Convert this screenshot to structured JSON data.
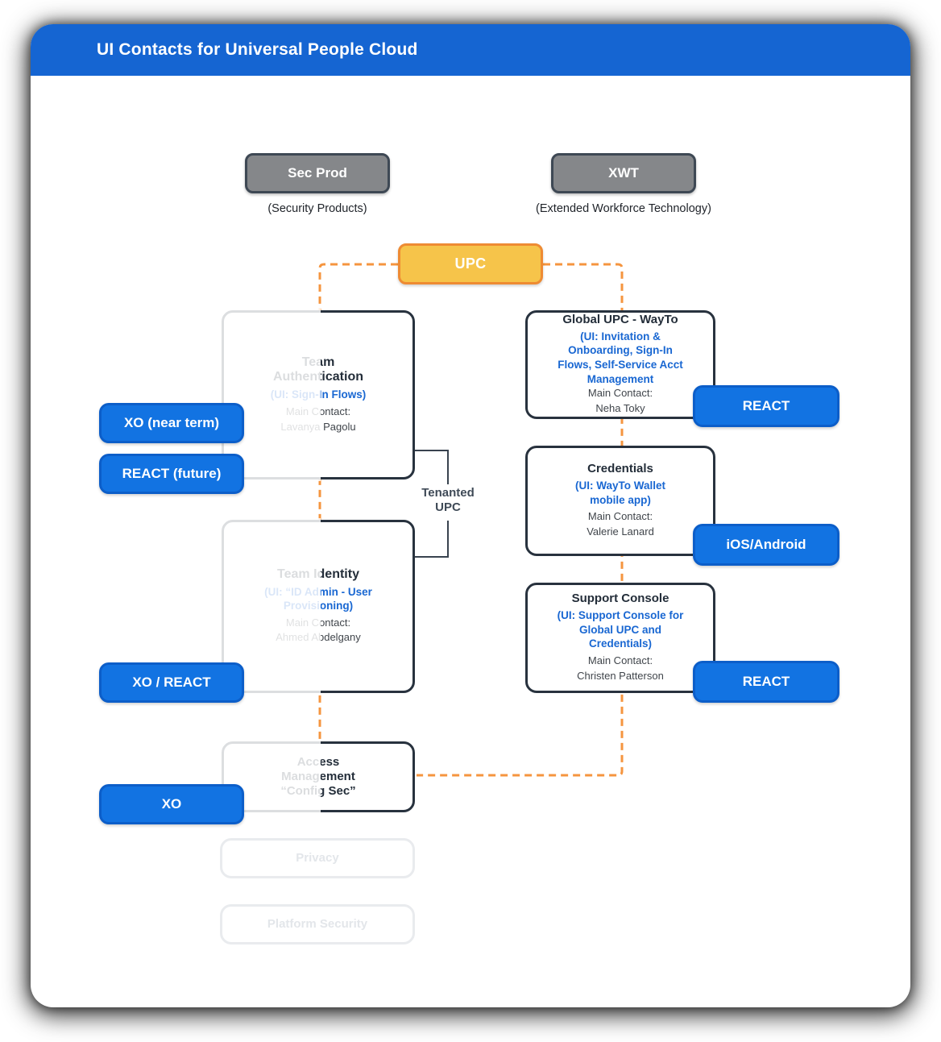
{
  "header": {
    "title": "UI Contacts for Universal People Cloud"
  },
  "legend": {
    "sec_prod": {
      "label": "Sec Prod",
      "caption": "(Security Products)"
    },
    "xwt": {
      "label": "XWT",
      "caption": "(Extended Workforce Technology)"
    }
  },
  "upc": {
    "label": "UPC"
  },
  "tenanted": {
    "line1": "Tenanted",
    "line2": "UPC"
  },
  "boxes": {
    "team_authentication": {
      "title1": "Team",
      "title2": "Authentication",
      "ui1": "(UI: Sign-In Flows)",
      "contact_label": "Main Contact:",
      "contact_name": "Lavanya Pagolu"
    },
    "team_identity": {
      "title1": "Team Identity",
      "ui1": "(UI: “ID Admin - User",
      "ui2": "Provisioning)",
      "contact_label": "Main Contact:",
      "contact_name": "Ahmed Abdelgany"
    },
    "access_management": {
      "title1": "Access",
      "title2": "Management",
      "title3": "“Config Sec”"
    },
    "privacy": {
      "title1": "Privacy"
    },
    "platform_security": {
      "title1": "Platform Security"
    },
    "global_upc_wayto": {
      "title1": "Global UPC - WayTo",
      "ui1": "(UI: Invitation &",
      "ui2": "Onboarding, Sign-In",
      "ui3": "Flows, Self-Service Acct",
      "ui4": "Management",
      "contact_label": "Main Contact:",
      "contact_name": "Neha Toky"
    },
    "credentials": {
      "title1": "Credentials",
      "ui1": "(UI: WayTo Wallet",
      "ui2": "mobile app)",
      "contact_label": "Main Contact:",
      "contact_name": "Valerie Lanard"
    },
    "support_console": {
      "title1": "Support Console",
      "ui1": "(UI: Support Console for",
      "ui2": "Global UPC and",
      "ui3": "Credentials)",
      "contact_label": "Main Contact:",
      "contact_name": "Christen Patterson"
    }
  },
  "pills": {
    "xo_near_term": "XO (near term)",
    "react_future": "REACT (future)",
    "xo_react": "XO / REACT",
    "xo": "XO",
    "react_global": "REACT",
    "ios_android": "iOS/Android",
    "react_support": "REACT"
  },
  "colors": {
    "header_blue": "#1565d2",
    "pill_blue": "#1273e2",
    "pill_border": "#0c5ec9",
    "upc_fill": "#f6c44a",
    "upc_border": "#ee8b33",
    "dash_orange": "#f5953f",
    "box_border_dark": "#28323e",
    "blue_text": "#1967d2",
    "gray_fill": "#85878a",
    "faded_gray": "#e9ebee"
  }
}
